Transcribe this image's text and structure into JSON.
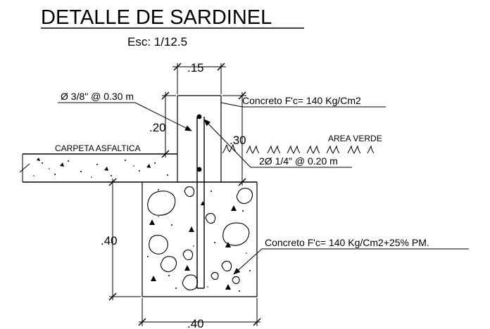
{
  "title": "DETALLE DE SARDINEL",
  "scale": "Esc: 1/12.5",
  "dimensions": {
    "curb_width": ".15",
    "upper_height": ".20",
    "curb_height": ".30",
    "footing_height": ".40",
    "footing_width": ".40"
  },
  "labels": {
    "rebar_stirrup": "Ø 3/8\" @ 0.30 m",
    "concrete_curb": "Concreto F'c= 140 Kg/Cm2",
    "asphalt": "CARPETA ASFALTICA",
    "green_area": "AREA VERDE",
    "rebar_long": "2Ø 1/4\" @ 0.20 m",
    "concrete_footing": "Concreto F'c= 140 Kg/Cm2+25% PM."
  },
  "colors": {
    "line": "#000000",
    "asphalt_edge": "#e0457b"
  }
}
